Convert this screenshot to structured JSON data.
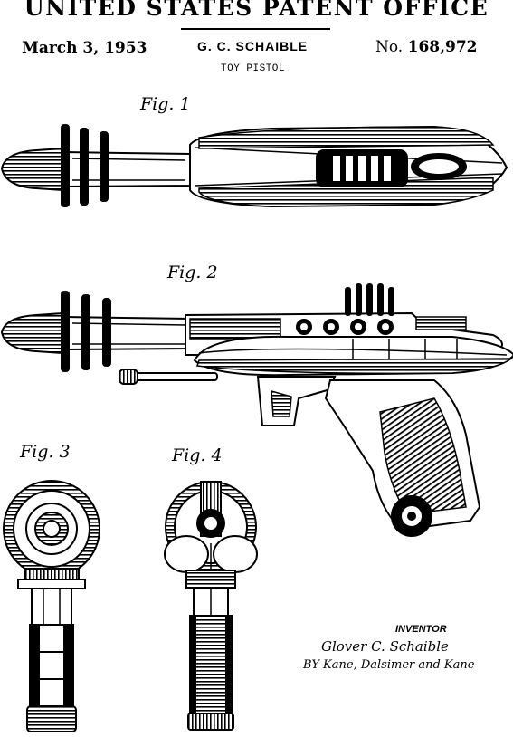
{
  "header": {
    "office": "UNITED STATES PATENT OFFICE",
    "date": "March 3, 1953",
    "inventor": "G. C. SCHAIBLE",
    "number_prefix": "No.",
    "number": "168,972",
    "subject": "TOY PISTOL"
  },
  "figures": {
    "fig1": "Fig. 1",
    "fig2": "Fig. 2",
    "fig3": "Fig. 3",
    "fig4": "Fig. 4"
  },
  "signature": {
    "label": "INVENTOR",
    "name": "Glover C. Schaible",
    "by": "BY Kane, Dalsimer and Kane"
  }
}
